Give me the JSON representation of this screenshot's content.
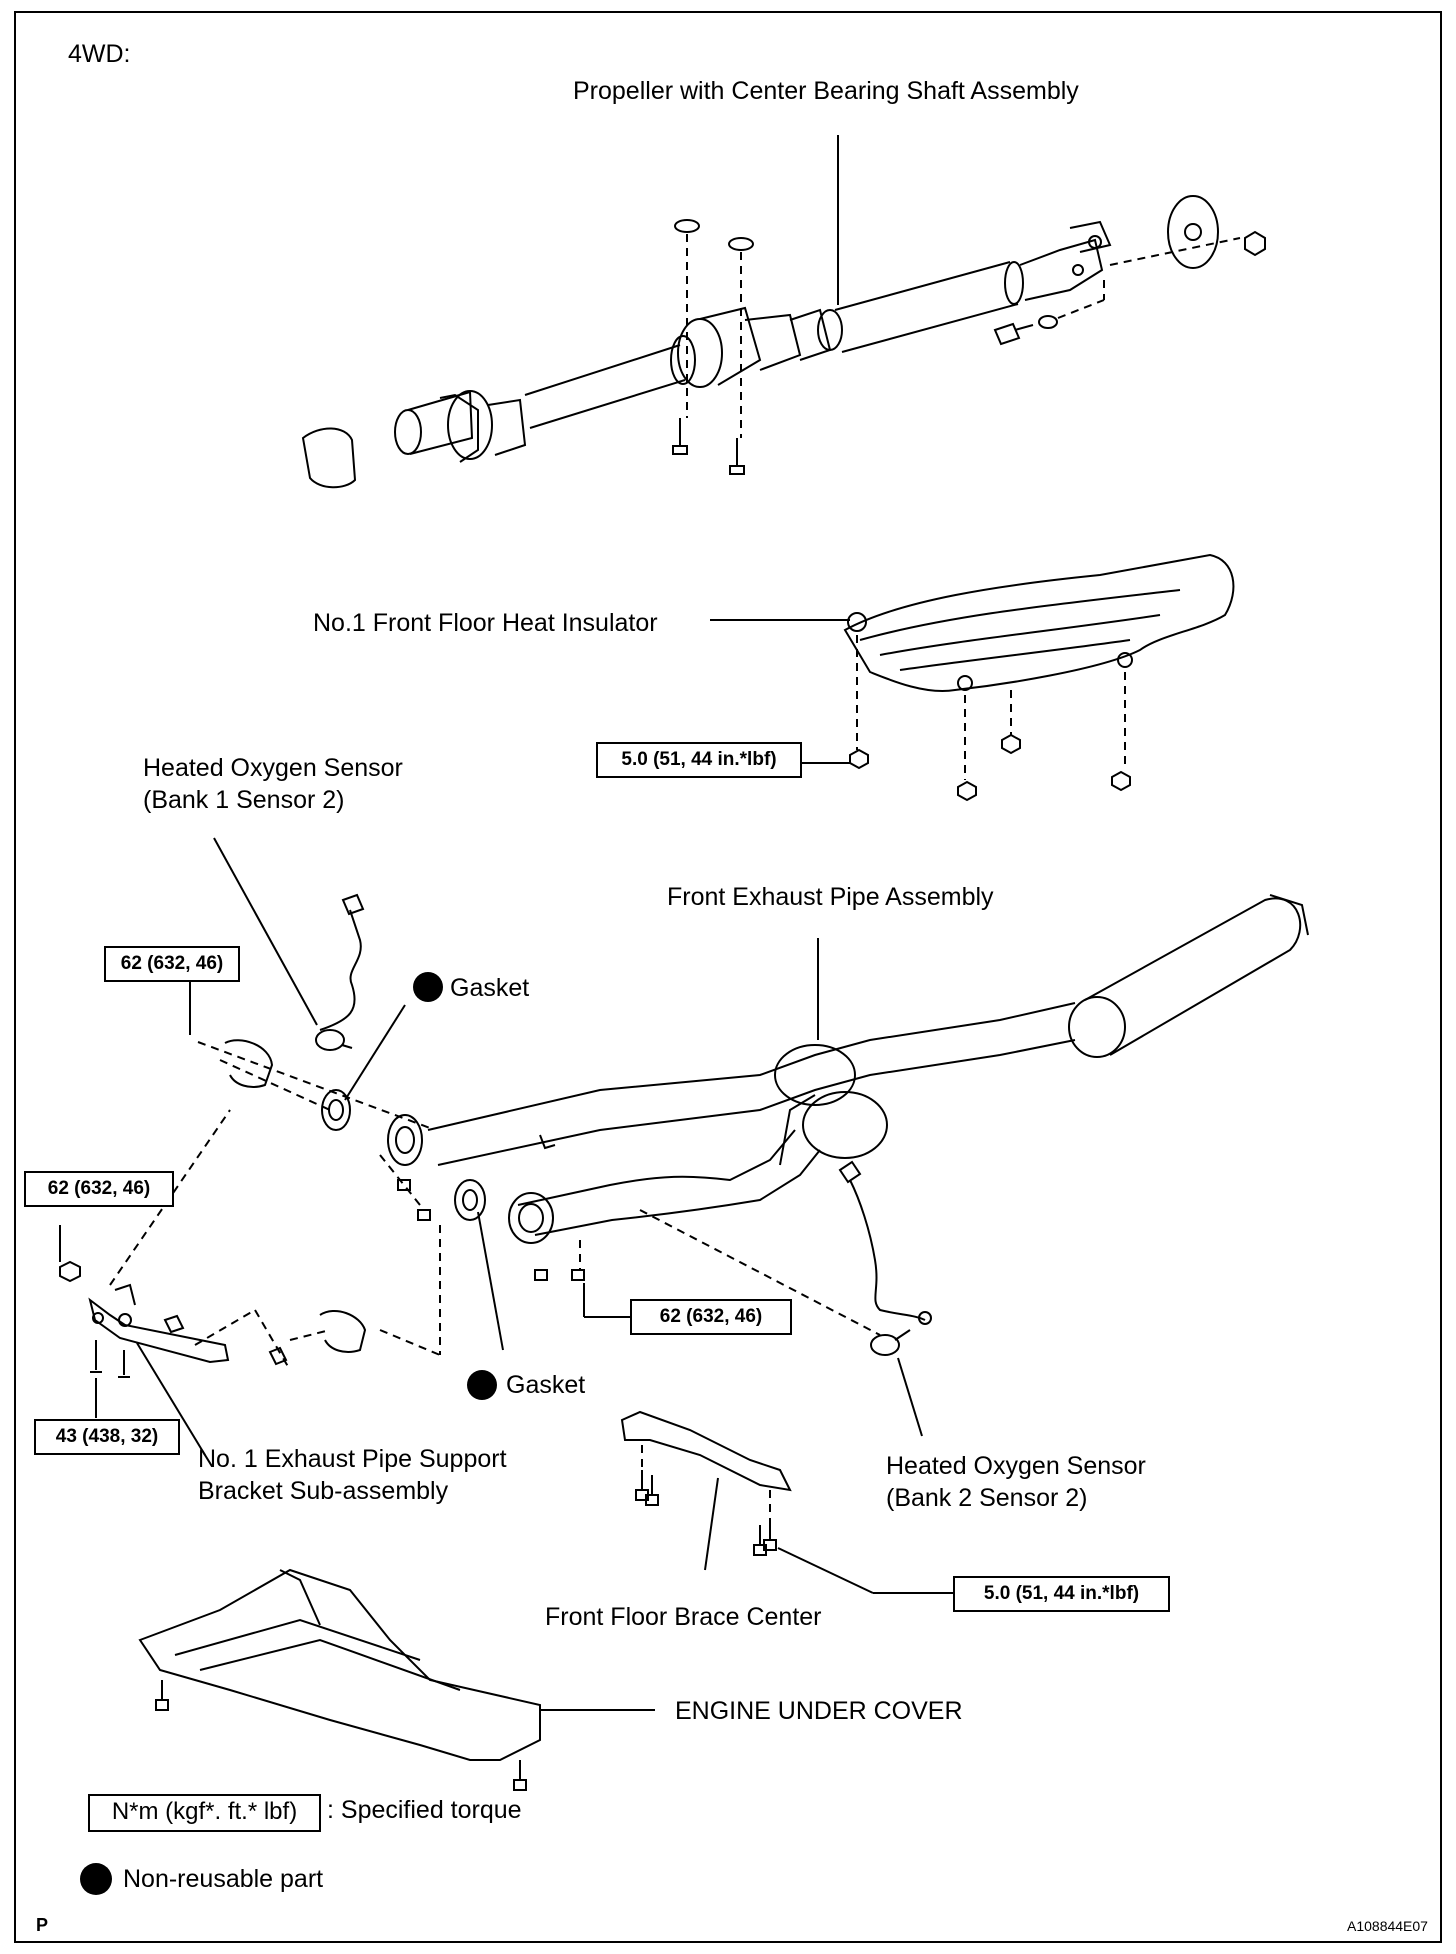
{
  "header": {
    "variant": "4WD:"
  },
  "labels": {
    "propeller": "Propeller with Center Bearing Shaft Assembly",
    "heat_insulator": "No.1 Front Floor Heat Insulator",
    "oxygen_sensor_b1s2": [
      "Heated Oxygen Sensor",
      "(Bank 1 Sensor 2)"
    ],
    "front_exhaust_pipe": "Front Exhaust Pipe Assembly",
    "gasket_upper": "Gasket",
    "gasket_lower": "Gasket",
    "support_bracket": [
      "No. 1 Exhaust Pipe Support",
      "Bracket Sub-assembly"
    ],
    "oxygen_sensor_b2s2": [
      "Heated Oxygen Sensor",
      "(Bank 2 Sensor 2)"
    ],
    "floor_brace": "Front Floor Brace Center",
    "engine_under_cover": "ENGINE UNDER COVER"
  },
  "torques": {
    "heat_insulator_nut": "5.0 (51, 44 in.*lbf)",
    "o2_upper_nut": "62 (632, 46)",
    "bracket_nut": "62 (632, 46)",
    "bracket_bolt": "43 (438, 32)",
    "pipe_flange_bolt": "62 (632, 46)",
    "brace_bolt": "5.0 (51, 44 in.*lbf)"
  },
  "legend": {
    "torque_box": "N*m (kgf*. ft.* lbf)",
    "torque_text": ": Specified torque",
    "nonreusable_text": "Non-reusable part"
  },
  "footer": {
    "left_mark": "P",
    "figure_id": "A108844E07"
  }
}
